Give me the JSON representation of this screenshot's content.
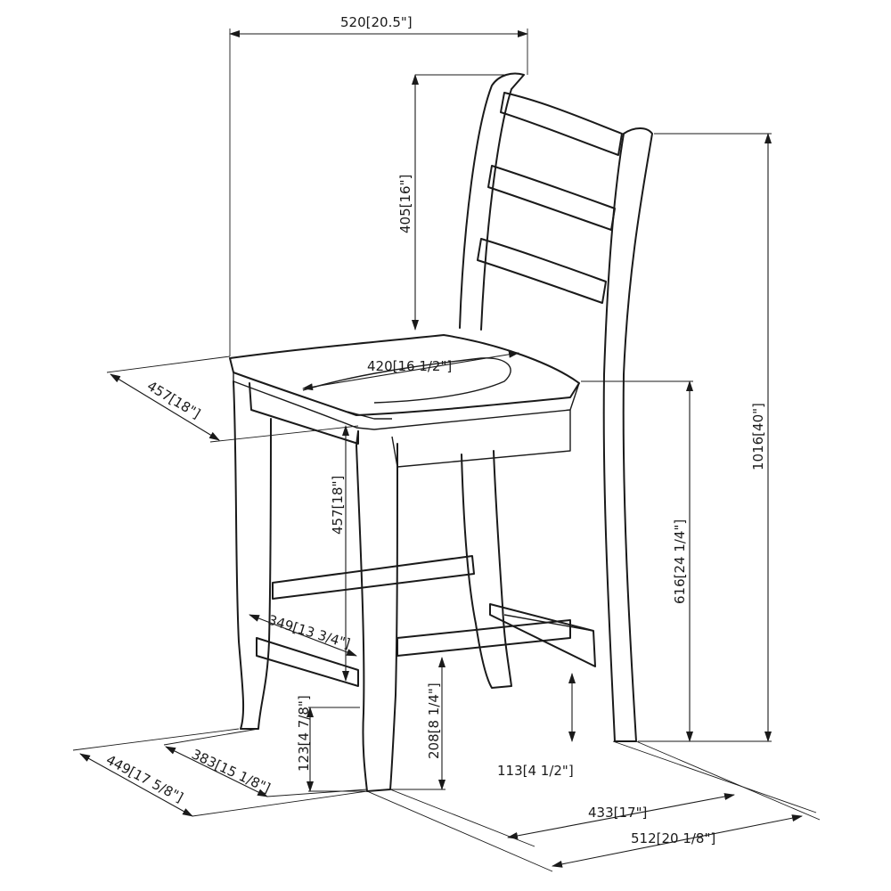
{
  "dimensions": {
    "overall_width": "520[20.5\"]",
    "back_height": "405[16\"]",
    "overall_height": "1016[40\"]",
    "seat_depth": "457[18\"]",
    "seat_width": "420[16 1/2\"]",
    "seat_height": "457[18\"]",
    "footrest_height_back": "616[24 1/4\"]",
    "inner_stretcher_width": "349[13 3/4\"]",
    "front_stretcher_height": "123[4 7/8\"]",
    "side_stretcher_height": "208[8 1/4\"]",
    "back_stretcher_height": "113[4 1/2\"]",
    "footprint_depth_inner": "383[15 1/8\"]",
    "footprint_depth_outer": "449[17 5/8\"]",
    "footprint_width_inner": "433[17\"]",
    "footprint_width_outer": "512[20 1/8\"]"
  }
}
